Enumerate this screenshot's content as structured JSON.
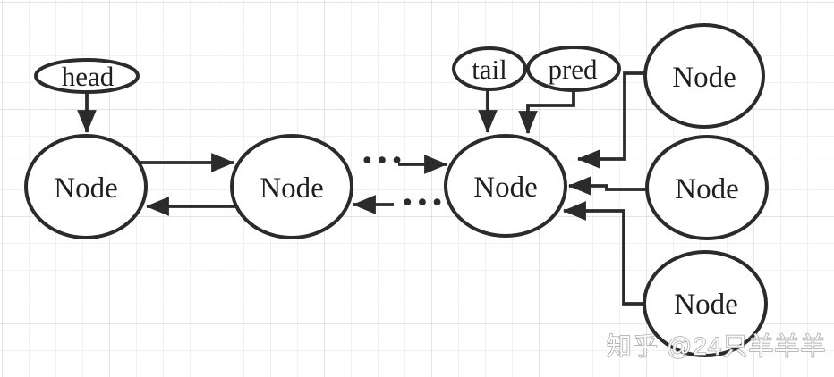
{
  "diagram": {
    "title_hint": "doubly linked list with head, tail and pred pointers",
    "pointers": [
      {
        "id": "head",
        "label": "head"
      },
      {
        "id": "tail",
        "label": "tail"
      },
      {
        "id": "pred",
        "label": "pred"
      }
    ],
    "nodes": [
      {
        "label": "Node"
      },
      {
        "label": "Node"
      },
      {
        "label": "Node"
      },
      {
        "label": "Node"
      },
      {
        "label": "Node"
      },
      {
        "label": "Node"
      }
    ],
    "ellipsis": {
      "top": "···",
      "bottom": "···"
    },
    "watermark": "知乎 @24只羊羊羊",
    "colors": {
      "stroke": "#2b2b2b",
      "text": "#1f1f1f",
      "background": "#ffffff",
      "grid_minor": "#f0f0f0",
      "grid_major": "#e3e3e3",
      "watermark_outline": "#949494"
    }
  }
}
